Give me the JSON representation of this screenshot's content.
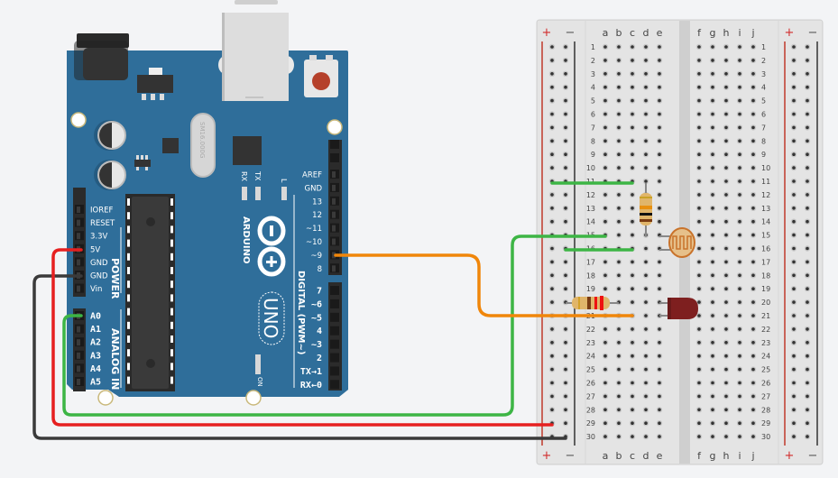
{
  "arduino": {
    "brand": "ARDUINO",
    "model": "UNO",
    "crystal": "SM16.000G",
    "leds": {
      "rx": "RX",
      "tx": "TX",
      "l": "L",
      "on": "ON"
    },
    "power_header_title": "POWER",
    "analog_header_title": "ANALOG IN",
    "digital_header_title": "DIGITAL (PWM~)",
    "power_pins": [
      "IOREF",
      "RESET",
      "3.3V",
      "5V",
      "GND",
      "GND",
      "Vin"
    ],
    "analog_pins": [
      "A0",
      "A1",
      "A2",
      "A3",
      "A4",
      "A5"
    ],
    "digital_pins_top": [
      "AREF",
      "GND",
      "13",
      "12",
      "~11",
      "~10",
      "~9",
      "8"
    ],
    "digital_pins_bottom": [
      "7",
      "~6",
      "~5",
      "4",
      "~3",
      "2",
      "TX→1",
      "RX←0"
    ],
    "colors": {
      "board": "#2f6e9a",
      "header": "#2b2b2b",
      "reset_button": "#b5402a"
    }
  },
  "breadboard": {
    "left_columns": [
      "a",
      "b",
      "c",
      "d",
      "e"
    ],
    "right_columns": [
      "f",
      "g",
      "h",
      "i",
      "j"
    ],
    "rows": 30,
    "rail_plus": "+",
    "rail_minus": "−",
    "colors": {
      "body": "#dedede",
      "rail_plus_line": "#c0392b",
      "rail_minus_line": "#333333"
    }
  },
  "components": [
    {
      "type": "resistor",
      "name": "resistor-1",
      "bands": [
        "#e8900f",
        "#111111",
        "#7a3b12",
        "#c9a227"
      ],
      "from": "c11",
      "to": "c15"
    },
    {
      "type": "photoresistor",
      "name": "photoresistor",
      "pins": [
        "e15",
        "e16"
      ]
    },
    {
      "type": "resistor",
      "name": "resistor-2",
      "bands": [
        "#d4a22a",
        "#7a3b12",
        "#ee1111",
        "#ee1111"
      ],
      "from": "rail-20",
      "to": "b20"
    },
    {
      "type": "led",
      "name": "led-red",
      "color": "#7e1f1f",
      "pins": [
        "e20",
        "e21"
      ]
    }
  ],
  "wires": [
    {
      "name": "wire-5v",
      "color": "#e62020",
      "from": "5V",
      "to": "rail+29"
    },
    {
      "name": "wire-gnd",
      "color": "#3a3a3a",
      "from": "GND",
      "to": "rail-30"
    },
    {
      "name": "wire-a0",
      "color": "#3db545",
      "from": "A0",
      "to": "a15"
    },
    {
      "name": "wire-pin9",
      "color": "#f0860a",
      "from": "~9",
      "to": "d21"
    },
    {
      "name": "wire-jumper-11",
      "color": "#3db545",
      "from": "rail+11",
      "to": "d11"
    },
    {
      "name": "wire-jumper-16",
      "color": "#3db545",
      "from": "rail-16",
      "to": "d16"
    }
  ]
}
